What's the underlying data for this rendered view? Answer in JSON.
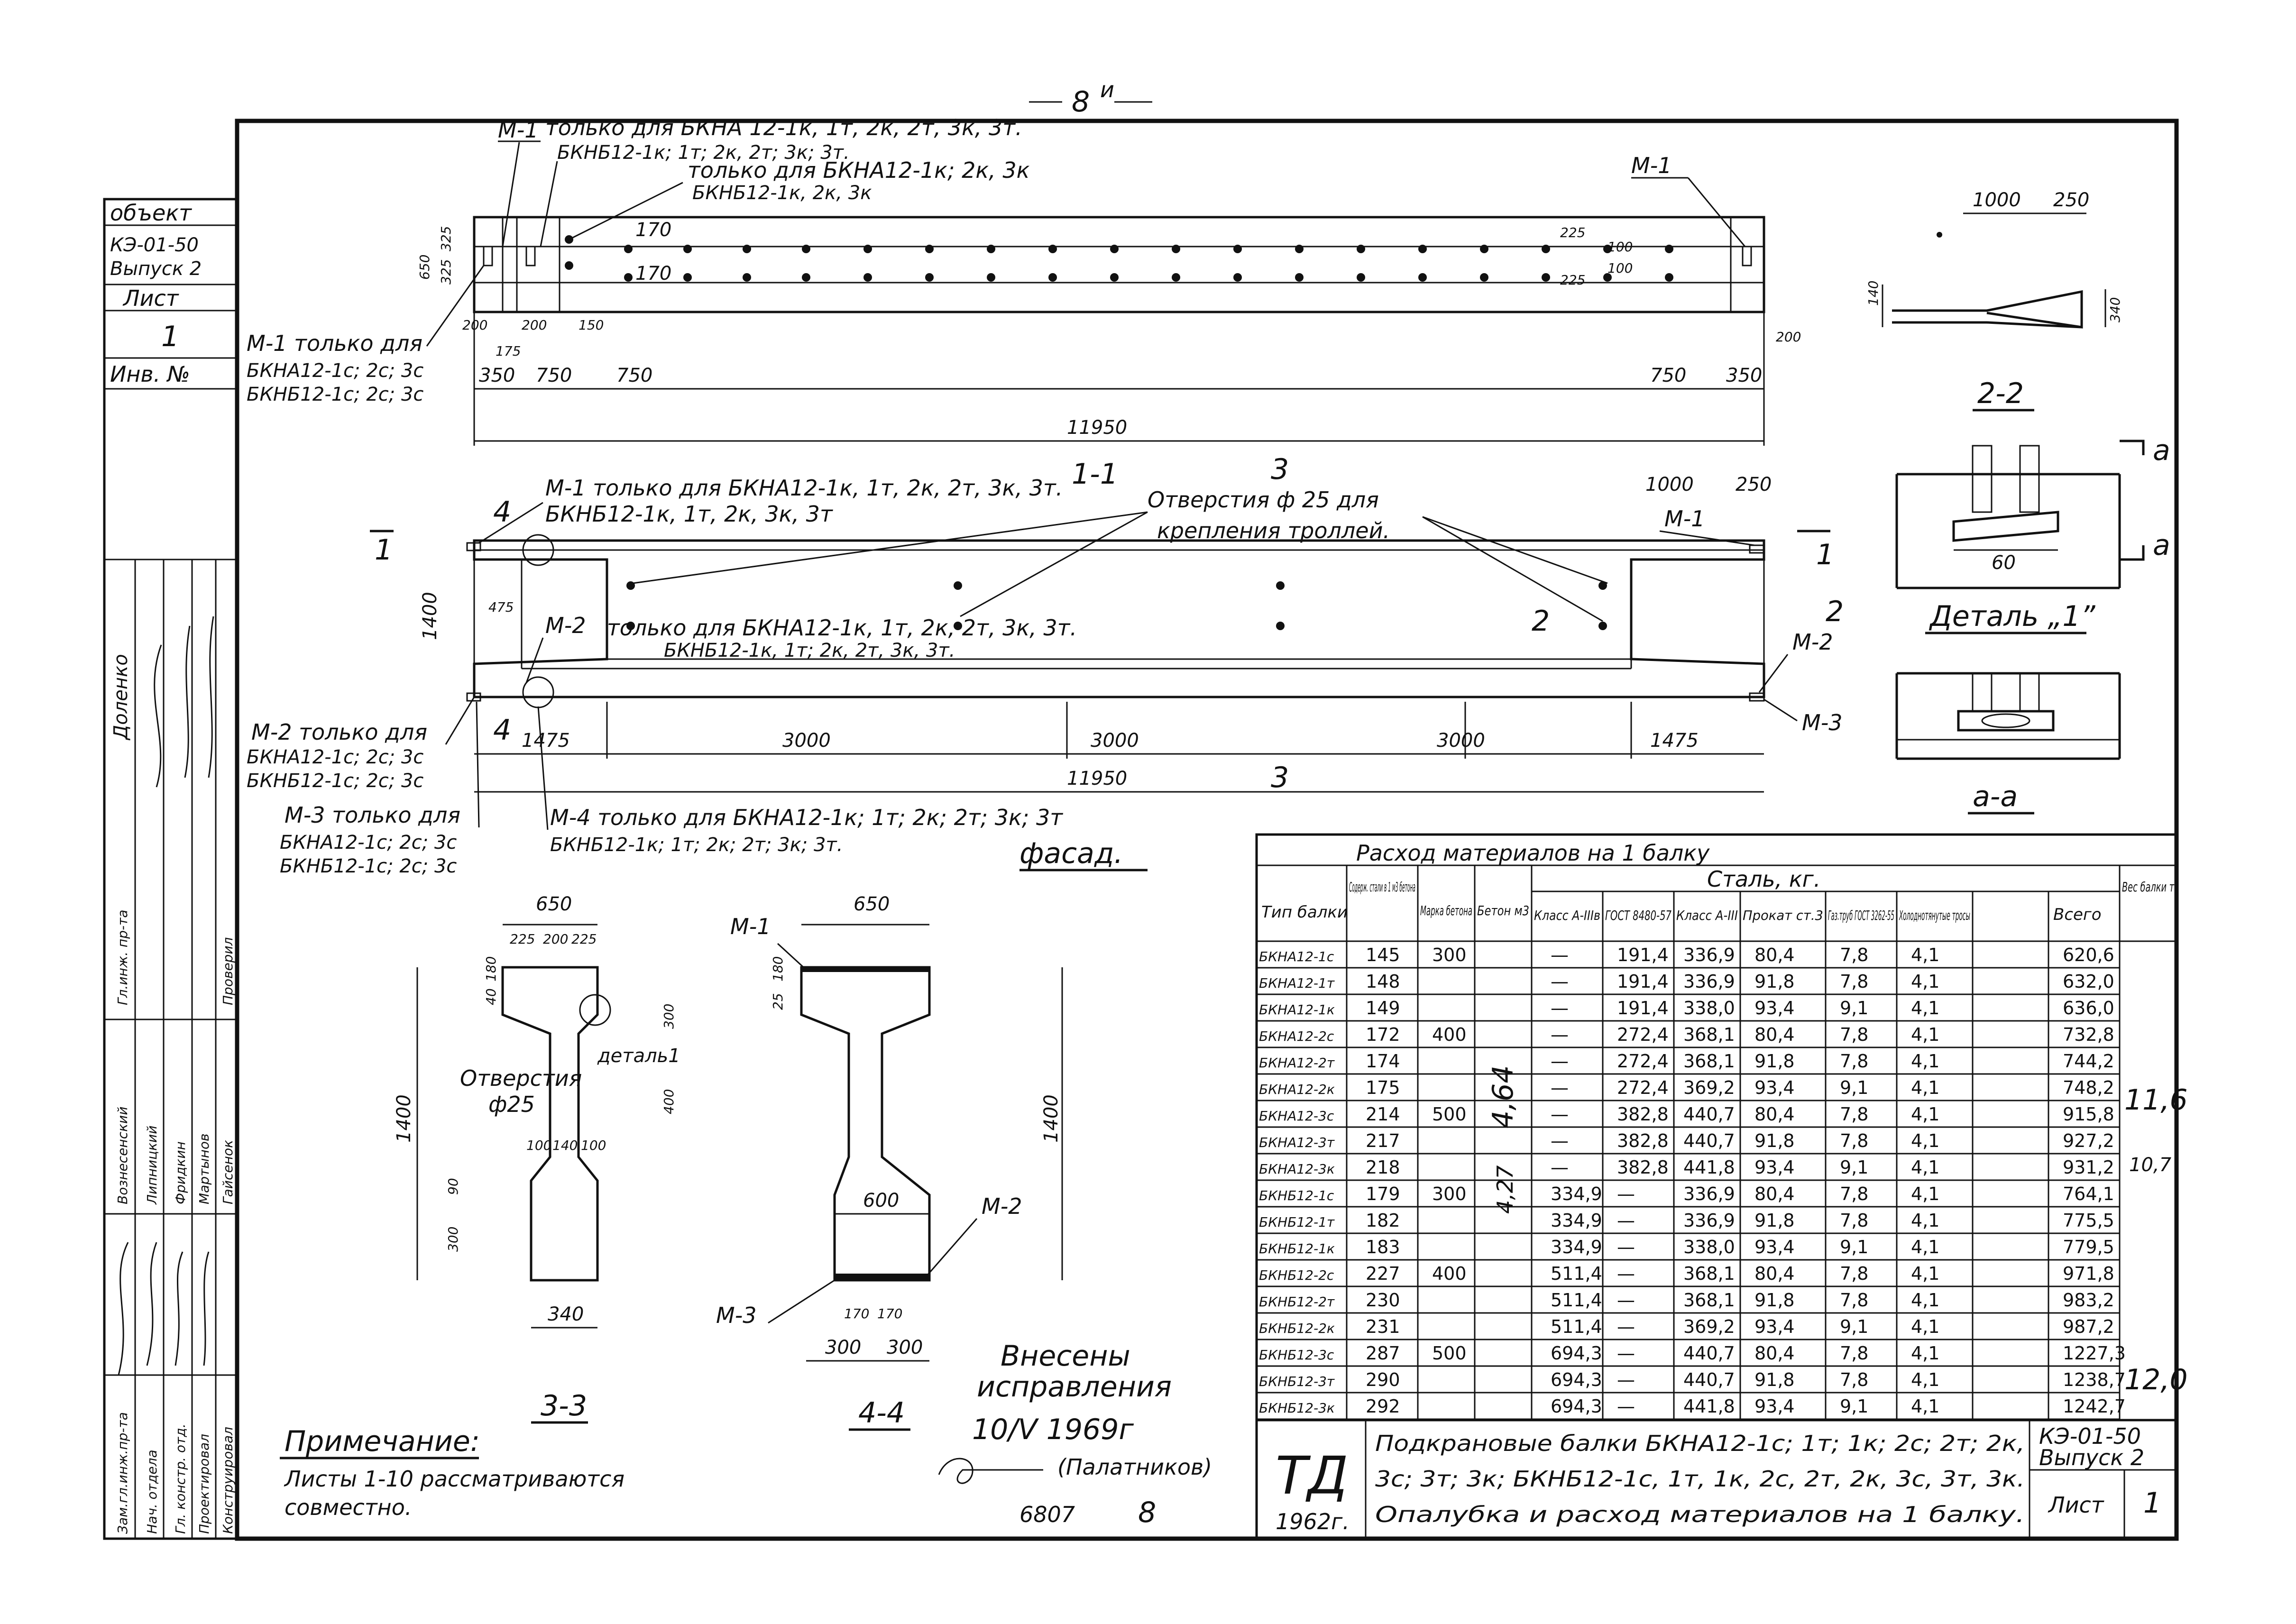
{
  "page_number": "8",
  "page_number_suffix": "и",
  "sidebar": {
    "object_label": "объект",
    "object_code": "КЭ-01-50",
    "issue": "Выпуск 2",
    "sheet_label": "Лист",
    "sheet_number": "1",
    "inv_label": "Инв. №",
    "approved_label": "Проверил",
    "gl_eng": "Гл.инж. пр-та",
    "names": [
      "Доленко",
      "Вознесенский",
      "Липницкий",
      "Фридкин",
      "Мартынов",
      "Гайсенок"
    ],
    "roles": [
      "Зам.гл.инж.пр-та",
      "Нач. отдела",
      "Гл. констр. отд.",
      "Проектировал",
      "Конструировал"
    ]
  },
  "plan": {
    "mark_m1_top": "М-1",
    "note_m1_top_1": "только для БКНА 12-1к, 1т, 2к, 2т, 3к, 3т.",
    "note_m1_top_2": "БКНБ12-1к; 1т; 2к, 2т; 3к; 3т.",
    "note_m1_top_3": "только для БКНА12-1к; 2к, 3к",
    "note_m1_top_4": "БКНБ12-1к, 2к, 3к",
    "mark_m1_right": "М-1",
    "note_left_1": "М-1 только для",
    "note_left_2": "БКНА12-1с; 2с; 3с",
    "note_left_3": "БКНБ12-1с; 2с; 3с",
    "dims": [
      "650",
      "325",
      "325",
      "170",
      "170",
      "225",
      "225",
      "100",
      "100",
      "200",
      "200",
      "175",
      "150",
      "350",
      "750",
      "750",
      "750",
      "350",
      "200",
      "11950"
    ],
    "title": "1-1"
  },
  "facade": {
    "title": "фасад.",
    "note_m1": "М-1 только для БКНА12-1к, 1т, 2к, 2т, 3к, 3т.",
    "note_m1b": "БКНБ12-1к, 1т, 2к, 3к, 3т",
    "note_m2": "только для БКНА12-1к, 1т, 2к, 2т, 3к, 3т.",
    "note_m2b": "БКНБ12-1к, 1т; 2к, 2т, 3к, 3т.",
    "mark_m2": "М-2",
    "holes_note_1": "Отверстия ф 25 для",
    "holes_note_2": "крепления троллей.",
    "left_m2_1": "М-2 только для",
    "left_m2_2": "БКНА12-1с; 2с; 3с",
    "left_m2_3": "БКНБ12-1с; 2с; 3с",
    "left_m3_1": "М-3 только для",
    "left_m3_2": "БКНА12-1с; 2с; 3с",
    "left_m3_3": "БКНБ12-1с; 2с; 3с",
    "m4_1": "М-4 только для БКНА12-1к; 1т; 2к; 2т; 3к; 3т",
    "m4_2": "БКНБ12-1к; 1т; 2к; 2т; 3к; 3т.",
    "dims": [
      "1400",
      "475",
      "1475",
      "3000",
      "3000",
      "3000",
      "1475",
      "11950",
      "1000",
      "250"
    ],
    "marks": [
      "М-1",
      "М-2",
      "М-3"
    ],
    "section_marks": [
      "1",
      "1",
      "2",
      "3",
      "3",
      "4",
      "4",
      "2"
    ]
  },
  "section_22": {
    "title": "2-2",
    "dims": [
      "1000",
      "250",
      "140",
      "340"
    ]
  },
  "detail_1": {
    "title": "Деталь „1”",
    "dim": "60",
    "marks": [
      "а",
      "а"
    ]
  },
  "section_aa": {
    "title": "а-а"
  },
  "section_33": {
    "title": "3-3",
    "holes": "Отверстия",
    "holes_dia": "ф25",
    "detail": "деталь1",
    "dims": [
      "650",
      "225",
      "200",
      "225",
      "40",
      "180",
      "300",
      "400",
      "1400",
      "100",
      "140",
      "100",
      "90",
      "300",
      "340"
    ]
  },
  "section_44": {
    "title": "4-4",
    "dims": [
      "650",
      "25",
      "180",
      "600",
      "1400",
      "170",
      "170",
      "300",
      "300"
    ],
    "marks": [
      "М-1",
      "М-2",
      "М-3"
    ]
  },
  "note": {
    "title": "Примечание:",
    "text_1": "Листы 1-10 рассматриваются",
    "text_2": "совместно."
  },
  "corrections": {
    "line_1": "Внесены",
    "line_2": "исправления",
    "date": "10/V 1969г",
    "signer": "(Палатников)",
    "code": "6807",
    "num": "8"
  },
  "table": {
    "title": "Расход материалов на 1 балку",
    "steel_header": "Сталь, кг.",
    "columns": [
      "Тип балки",
      "Содерж. стали в 1 м3 бетона",
      "Марка бетона",
      "Бетон м3",
      "Класс А-IIIв",
      "ГОСТ 8480-57",
      "Класс А-III",
      "Прокат ст.3",
      "Газ.труб ГОСТ 3262-55",
      "Холоднотянутые тросы",
      "",
      "Всего",
      "Вес балки т"
    ],
    "concrete_a": "4,64",
    "concrete_b": "4,27",
    "weight_a": "11,6",
    "weight_a2": "10,7",
    "weight_b": "12,0",
    "rows": [
      [
        "БКНА12-1с",
        "145",
        "300",
        "—",
        "191,4",
        "336,9",
        "80,4",
        "7,8",
        "4,1",
        "620,6"
      ],
      [
        "БКНА12-1т",
        "148",
        "",
        "—",
        "191,4",
        "336,9",
        "91,8",
        "7,8",
        "4,1",
        "632,0"
      ],
      [
        "БКНА12-1к",
        "149",
        "",
        "—",
        "191,4",
        "338,0",
        "93,4",
        "9,1",
        "4,1",
        "636,0"
      ],
      [
        "БКНА12-2с",
        "172",
        "400",
        "—",
        "272,4",
        "368,1",
        "80,4",
        "7,8",
        "4,1",
        "732,8"
      ],
      [
        "БКНА12-2т",
        "174",
        "",
        "—",
        "272,4",
        "368,1",
        "91,8",
        "7,8",
        "4,1",
        "744,2"
      ],
      [
        "БКНА12-2к",
        "175",
        "",
        "—",
        "272,4",
        "369,2",
        "93,4",
        "9,1",
        "4,1",
        "748,2"
      ],
      [
        "БКНА12-3с",
        "214",
        "500",
        "—",
        "382,8",
        "440,7",
        "80,4",
        "7,8",
        "4,1",
        "915,8"
      ],
      [
        "БКНА12-3т",
        "217",
        "",
        "—",
        "382,8",
        "440,7",
        "91,8",
        "7,8",
        "4,1",
        "927,2"
      ],
      [
        "БКНА12-3к",
        "218",
        "",
        "—",
        "382,8",
        "441,8",
        "93,4",
        "9,1",
        "4,1",
        "931,2"
      ],
      [
        "БКНБ12-1с",
        "179",
        "300",
        "334,9",
        "—",
        "336,9",
        "80,4",
        "7,8",
        "4,1",
        "764,1"
      ],
      [
        "БКНБ12-1т",
        "182",
        "",
        "334,9",
        "—",
        "336,9",
        "91,8",
        "7,8",
        "4,1",
        "775,5"
      ],
      [
        "БКНБ12-1к",
        "183",
        "",
        "334,9",
        "—",
        "338,0",
        "93,4",
        "9,1",
        "4,1",
        "779,5"
      ],
      [
        "БКНБ12-2с",
        "227",
        "400",
        "511,4",
        "—",
        "368,1",
        "80,4",
        "7,8",
        "4,1",
        "971,8"
      ],
      [
        "БКНБ12-2т",
        "230",
        "",
        "511,4",
        "—",
        "368,1",
        "91,8",
        "7,8",
        "4,1",
        "983,2"
      ],
      [
        "БКНБ12-2к",
        "231",
        "",
        "511,4",
        "—",
        "369,2",
        "93,4",
        "9,1",
        "4,1",
        "987,2"
      ],
      [
        "БКНБ12-3с",
        "287",
        "500",
        "694,3",
        "—",
        "440,7",
        "80,4",
        "7,8",
        "4,1",
        "1227,3"
      ],
      [
        "БКНБ12-3т",
        "290",
        "",
        "694,3",
        "—",
        "440,7",
        "91,8",
        "7,8",
        "4,1",
        "1238,7"
      ],
      [
        "БКНБ12-3к",
        "292",
        "",
        "694,3",
        "—",
        "441,8",
        "93,4",
        "9,1",
        "4,1",
        "1242,7"
      ]
    ]
  },
  "title_block": {
    "logo": "ТД",
    "year": "1962г.",
    "line_1": "Подкрановые балки БКНА12-1с; 1т; 1к; 2с; 2т; 2к,",
    "line_2": "3с; 3т; 3к; БКНБ12-1с, 1т, 1к, 2с, 2т, 2к, 3с, 3т, 3к.",
    "line_3": "Опалубка и расход материалов на 1 балку.",
    "code": "КЭ-01-50",
    "issue": "Выпуск 2",
    "sheet_label": "Лист",
    "sheet": "1"
  }
}
